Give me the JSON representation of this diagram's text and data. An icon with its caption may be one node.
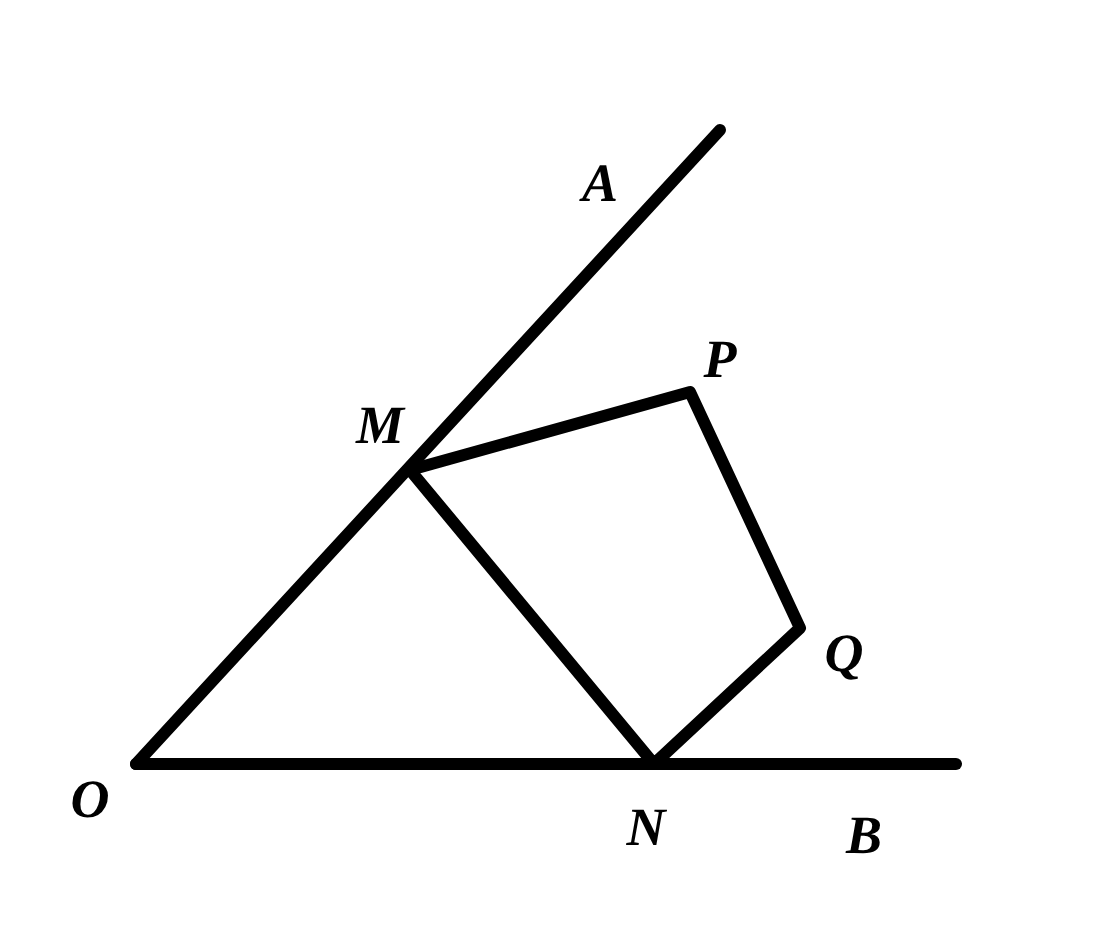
{
  "diagram": {
    "labels": [
      "A",
      "P",
      "M",
      "Q",
      "O",
      "N",
      "B"
    ]
  }
}
